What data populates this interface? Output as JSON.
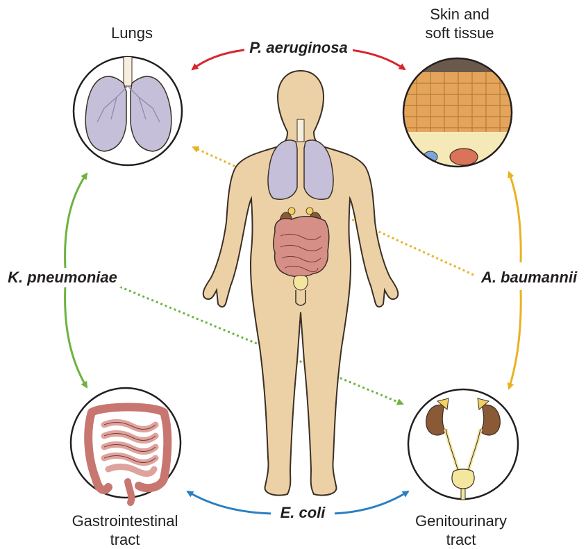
{
  "sites": {
    "lungs": "Lungs",
    "skin_line1": "Skin and",
    "skin_line2": "soft tissue",
    "gi_line1": "Gastrointestinal",
    "gi_line2": "tract",
    "gu_line1": "Genitourinary",
    "gu_line2": "tract"
  },
  "pathogens": {
    "p_aeruginosa": "P. aeruginosa",
    "k_pneumoniae": "K. pneumoniae",
    "a_baumannii": "A. baumannii",
    "e_coli": "E. coli"
  },
  "colors": {
    "p_aeruginosa": "#d7262f",
    "k_pneumoniae": "#6cb33f",
    "a_baumannii": "#e9b223",
    "e_coli": "#2a7fc2",
    "body": "#ecd1a6",
    "body_outline": "#3b2f25"
  }
}
